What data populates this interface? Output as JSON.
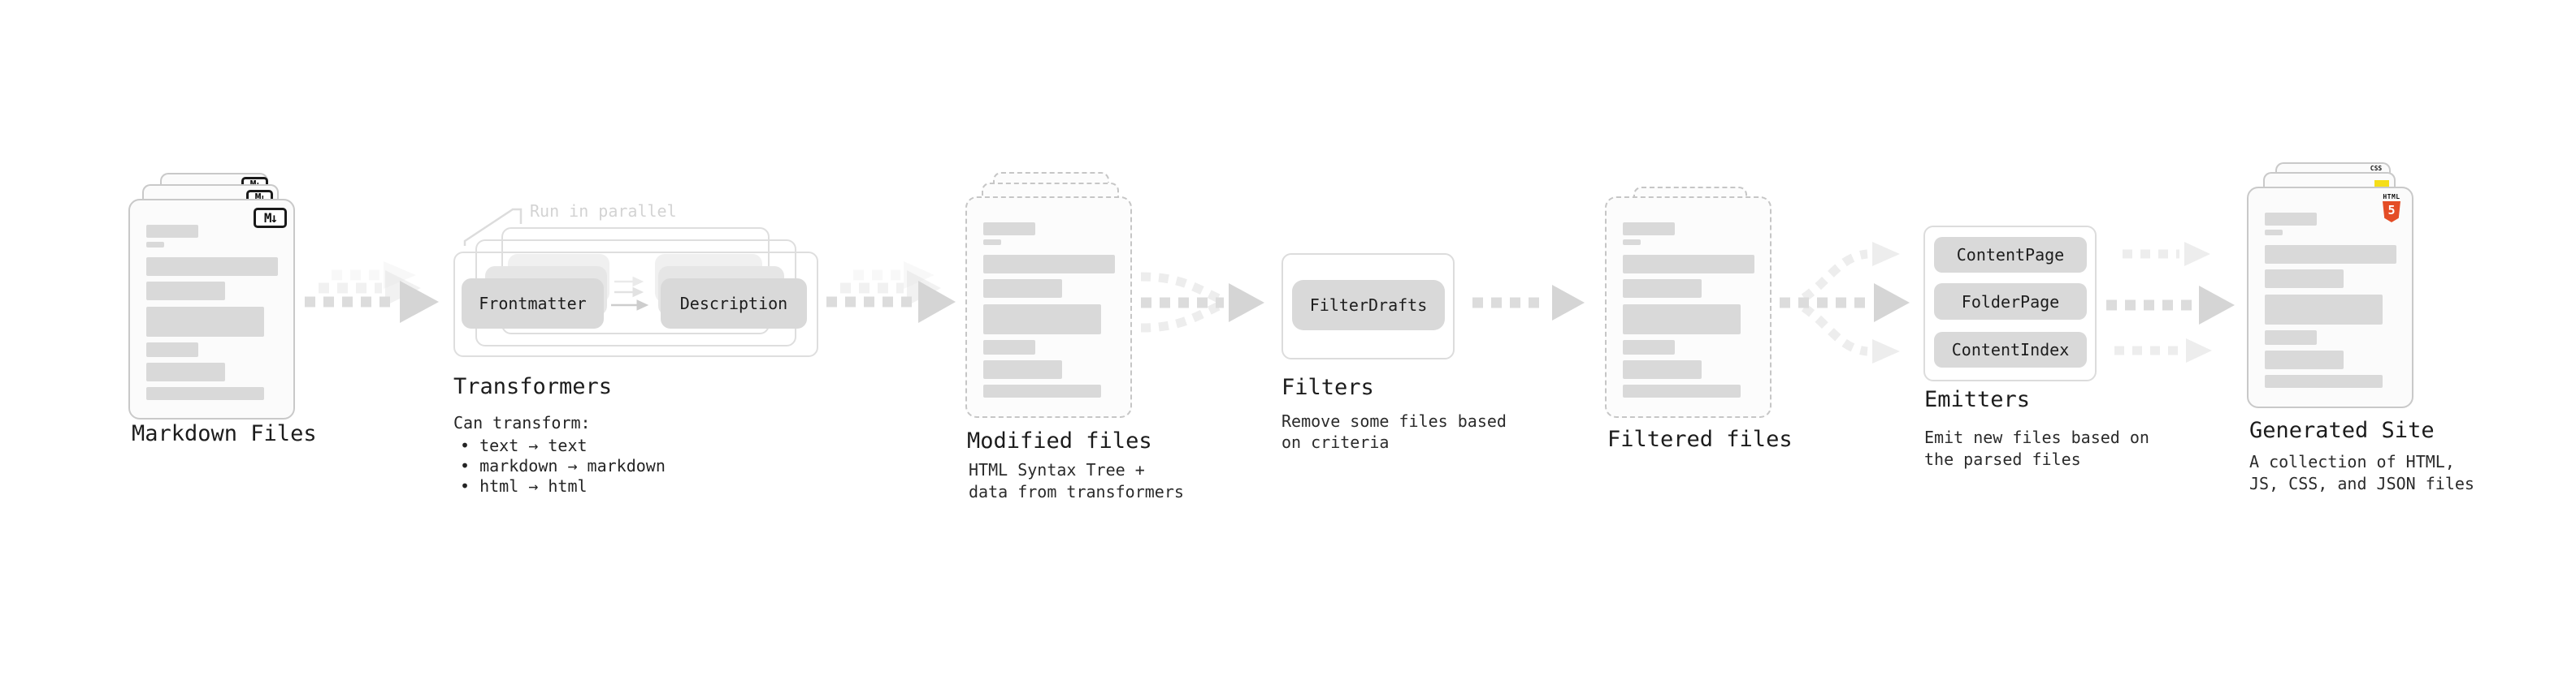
{
  "markdown_files": {
    "label": "Markdown Files",
    "icon": "M↓"
  },
  "transformers": {
    "heading": "Transformers",
    "annotation": "Run in parallel",
    "box_left": "Frontmatter",
    "box_right": "Description",
    "note": "Can transform:",
    "bullets": [
      "• text → text",
      "• markdown → markdown",
      "• html → html"
    ]
  },
  "modified_files": {
    "heading": "Modified files",
    "description": "HTML Syntax Tree +\ndata from transformers"
  },
  "filters": {
    "heading": "Filters",
    "box": "FilterDrafts",
    "description": "Remove some files based\non criteria"
  },
  "filtered_files": {
    "heading": "Filtered files"
  },
  "emitters": {
    "heading": "Emitters",
    "boxes": [
      "ContentPage",
      "FolderPage",
      "ContentIndex"
    ],
    "description": "Emit new files based on\nthe parsed files"
  },
  "generated_site": {
    "heading": "Generated Site",
    "description": "A collection of HTML,\nJS, CSS, and JSON files",
    "css_icon": "CSS",
    "html_icon_word": "HTML",
    "html_icon_number": "5"
  },
  "colors": {
    "html5_orange": "#e44d26",
    "css_blue": "#2f66e8",
    "js_yellow": "#f5de19",
    "placeholder_bar": "#d9d9d9",
    "annotation_gray": "#d3d3d3",
    "card_border": "#c9c9c9"
  }
}
